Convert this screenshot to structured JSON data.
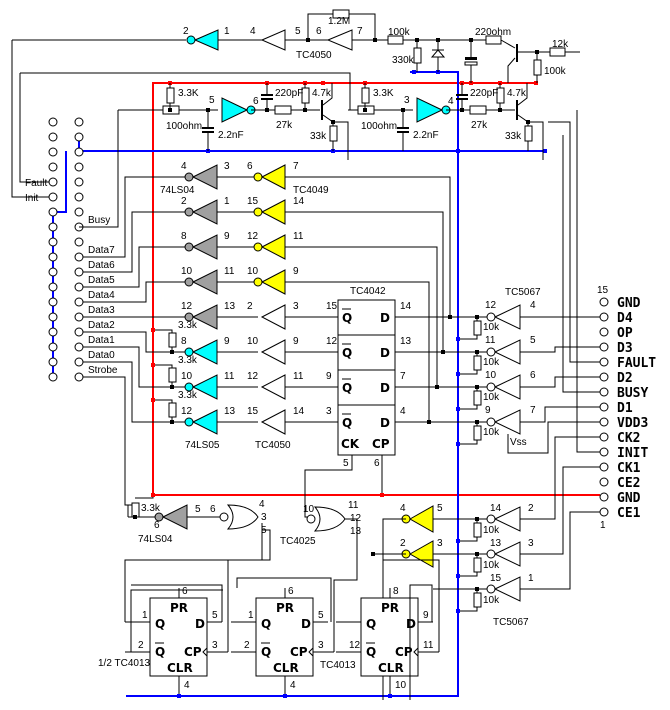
{
  "colors": {
    "vcc_rail": "#ff0000",
    "ground_rail": "#0000ff",
    "inverter_74ls05": "#00ffff",
    "inverter_74ls04": "#a0a0a0",
    "inverter_tc4049": "#ffff00"
  },
  "connector": {
    "left_labels": [
      "Fault",
      "Init"
    ],
    "right_labels": [
      "Busy",
      "Data7",
      "Data6",
      "Data5",
      "Data4",
      "Data3",
      "Data2",
      "Data1",
      "Data0",
      "Strobe"
    ]
  },
  "output_pins": {
    "top_number": "15",
    "bottom_number": "1",
    "labels": [
      "GND",
      "D4",
      "OP",
      "D3",
      "FAULT",
      "D2",
      "BUSY",
      "D1",
      "VDD3",
      "CK2",
      "INIT",
      "CK1",
      "CE2",
      "GND",
      "CE1"
    ]
  },
  "top": {
    "pins": [
      "2",
      "1",
      "4",
      "5",
      "6",
      "7"
    ],
    "parts": [
      "1.2M",
      "TC4050",
      "100k",
      "330k",
      "220ohm",
      "12k",
      "100k"
    ]
  },
  "drivers": {
    "stage1": [
      "3.3K",
      "5",
      "6",
      "220pF",
      "4.7k",
      "100ohm",
      "2.2nF",
      "27k",
      "33k"
    ],
    "stage2": [
      "3.3K",
      "3",
      "4",
      "220pF",
      "4.7k",
      "100ohm",
      "2.2nF",
      "27k",
      "33k"
    ]
  },
  "rows": [
    [
      "4",
      "3",
      "6",
      "7"
    ],
    [
      "2",
      "1",
      "15",
      "14"
    ],
    [
      "8",
      "9",
      "12",
      "11"
    ],
    [
      "10",
      "11",
      "10",
      "9"
    ],
    [
      "12",
      "13",
      "2",
      "3",
      "15"
    ],
    [
      "8",
      "9",
      "10",
      "9",
      "12"
    ],
    [
      "10",
      "11",
      "12",
      "11",
      "9"
    ],
    [
      "12",
      "13",
      "15",
      "14",
      "3"
    ]
  ],
  "row_parts": {
    "ls04": "74LS04",
    "tc4049": "TC4049",
    "ls05": "74LS05",
    "tc4050": "TC4050",
    "pullup": "3.3k"
  },
  "latch": {
    "name": "TC4042",
    "q": "Q",
    "d": "D",
    "ck": "CK",
    "cp": "CP",
    "d_pins": [
      "14",
      "13",
      "7",
      "4"
    ],
    "ck_pin": "5",
    "cp_pin": "6"
  },
  "buffer": {
    "name": "TC5067",
    "rows": [
      [
        "12",
        "4"
      ],
      [
        "11",
        "5"
      ],
      [
        "10",
        "6"
      ],
      [
        "9",
        "7"
      ]
    ],
    "vss": "Vss",
    "pullup": "10k",
    "bottom_rows": [
      [
        "14",
        "2"
      ],
      [
        "13",
        "3"
      ],
      [
        "15",
        "1"
      ]
    ]
  },
  "bottom": {
    "ls04": [
      "3.3k",
      "6",
      "5",
      "74LS04"
    ],
    "nor1": [
      "6",
      "4",
      "3",
      "5"
    ],
    "nor2": [
      "10",
      "11",
      "12",
      "13",
      "TC4025"
    ],
    "yellow": [
      "4",
      "5",
      "2",
      "3"
    ]
  },
  "flipflops": {
    "labels": {
      "pr": "PR",
      "q": "Q",
      "d": "D",
      "qbar": "Q",
      "cp": "CP",
      "clr": "CLR"
    },
    "units": [
      {
        "pins": [
          "6",
          "1",
          "5",
          "2",
          "3",
          "4"
        ]
      },
      {
        "pins": [
          "6",
          "1",
          "5",
          "2",
          "3",
          "4"
        ]
      },
      {
        "pins": [
          "8",
          "",
          "9",
          "12",
          "11",
          "10"
        ]
      }
    ],
    "name_half": "1/2 TC4013",
    "name": "TC4013"
  }
}
